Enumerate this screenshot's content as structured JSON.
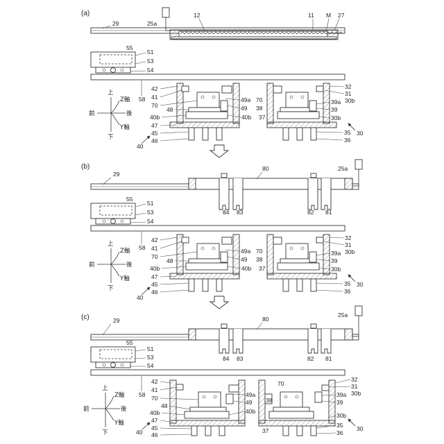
{
  "panels": [
    {
      "id": "a",
      "label": "(a)"
    },
    {
      "id": "b",
      "label": "(b)"
    },
    {
      "id": "c",
      "label": "(c)"
    }
  ],
  "labels": {
    "rail": "29",
    "rail_end": "25a",
    "plate": "12",
    "film": "11",
    "mark_m": "M",
    "clamp_r": "27",
    "block": "55",
    "b51": "51",
    "b53": "53",
    "b54": "54",
    "beam": "58",
    "l42": "42",
    "l41": "41",
    "l70": "70",
    "l48": "48",
    "l40b": "40b",
    "l47": "47",
    "l45": "45",
    "l46": "46",
    "l40": "40",
    "r32": "32",
    "r31": "31",
    "r30b": "30b",
    "r39a": "39a",
    "r39": "39",
    "r35": "35",
    "r36": "36",
    "r30": "30",
    "m49a": "49a",
    "m49": "49",
    "m40b": "40b",
    "m70": "70",
    "m38": "38",
    "m37": "37",
    "bar": "80",
    "p84": "84",
    "p83": "83",
    "p82": "82",
    "p81": "81"
  },
  "axes": {
    "up": "上",
    "down": "下",
    "front": "前",
    "back": "後",
    "z": "Z軸",
    "y": "Y軸"
  }
}
